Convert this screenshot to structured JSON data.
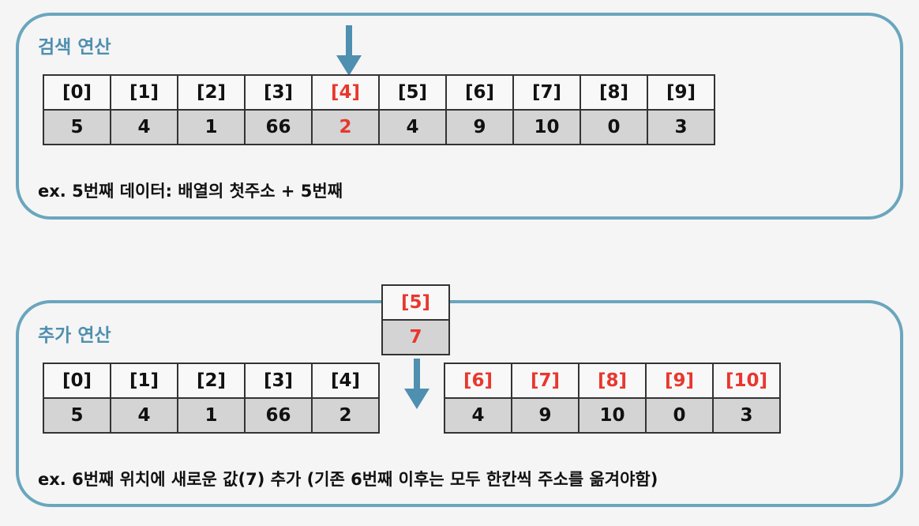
{
  "search": {
    "title": "검색 연산",
    "indices": [
      "[0]",
      "[1]",
      "[2]",
      "[3]",
      "[4]",
      "[5]",
      "[6]",
      "[7]",
      "[8]",
      "[9]"
    ],
    "values": [
      "5",
      "4",
      "1",
      "66",
      "2",
      "4",
      "9",
      "10",
      "0",
      "3"
    ],
    "highlight_index": 4,
    "note": "ex. 5번째 데이터: 배열의 첫주소 + 5번째"
  },
  "insert": {
    "title": "추가 연산",
    "new_cell": {
      "index": "[5]",
      "value": "7"
    },
    "left": {
      "indices": [
        "[0]",
        "[1]",
        "[2]",
        "[3]",
        "[4]"
      ],
      "values": [
        "5",
        "4",
        "1",
        "66",
        "2"
      ]
    },
    "right": {
      "indices": [
        "[6]",
        "[7]",
        "[8]",
        "[9]",
        "[10]"
      ],
      "values": [
        "4",
        "9",
        "10",
        "0",
        "3"
      ]
    },
    "note": "ex. 6번째 위치에 새로운 값(7) 추가 (기존 6번째 이후는 모두 한칸씩 주소를 옮겨야함)"
  },
  "colors": {
    "accent": "#4f8fb0",
    "border": "#6aa6be",
    "highlight": "#e8382e",
    "value_bg": "#d4d4d4"
  },
  "icons": [
    "arrow-down-icon"
  ]
}
